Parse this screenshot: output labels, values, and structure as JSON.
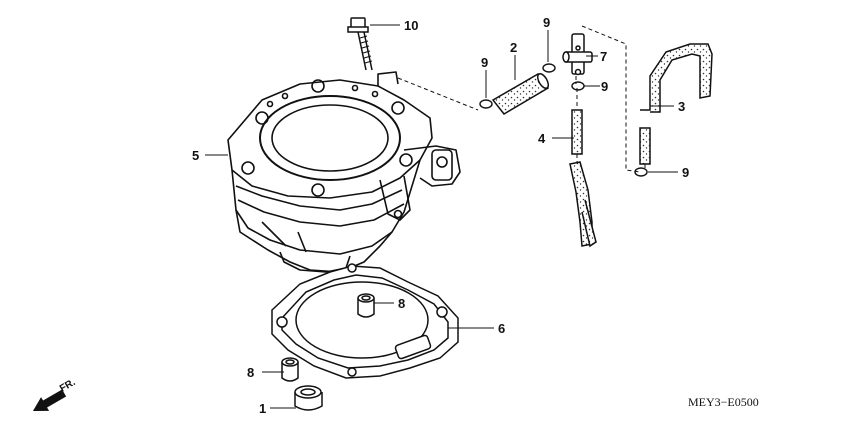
{
  "diagram": {
    "callouts": [
      {
        "id": "c1",
        "label": "1"
      },
      {
        "id": "c2",
        "label": "2"
      },
      {
        "id": "c3",
        "label": "3"
      },
      {
        "id": "c4",
        "label": "4"
      },
      {
        "id": "c5",
        "label": "5"
      },
      {
        "id": "c6",
        "label": "6"
      },
      {
        "id": "c7",
        "label": "7"
      },
      {
        "id": "c8a",
        "label": "8"
      },
      {
        "id": "c8b",
        "label": "8"
      },
      {
        "id": "c9a",
        "label": "9"
      },
      {
        "id": "c9b",
        "label": "9"
      },
      {
        "id": "c9c",
        "label": "9"
      },
      {
        "id": "c9d",
        "label": "9"
      },
      {
        "id": "c10",
        "label": "10"
      }
    ],
    "direction_label": "FR.",
    "code": "MEY3−E0500"
  }
}
